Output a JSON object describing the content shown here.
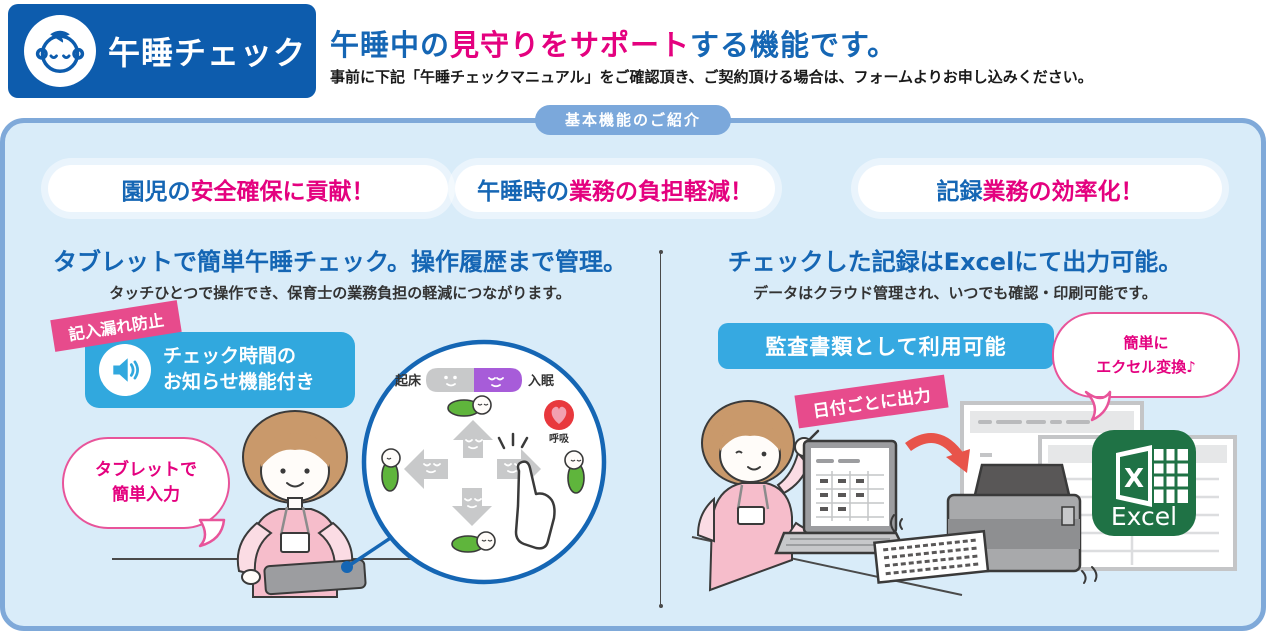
{
  "header": {
    "product_name": "午睡チェック",
    "title_part1": "午睡中の",
    "title_highlight": "見守りをサポート",
    "title_part2": "する機能です。",
    "subtitle": "事前に下記「午睡チェックマニュアル」をご確認頂き、ご契約頂ける場合は、フォームよりお申し込みください。"
  },
  "section_badge": "基本機能のご紹介",
  "benefit_pills": [
    {
      "blue": "園児の",
      "pink": "安全確保に貢献！"
    },
    {
      "blue": "午睡時の",
      "pink": "業務の負担軽減！"
    },
    {
      "blue": "記録",
      "pink": "業務の効率化！"
    }
  ],
  "left_column": {
    "heading": "タブレットで簡単午睡チェック。操作履歴まで管理。",
    "subheading": "タッチひとつで操作でき、保育士の業務負担の軽減につながります。",
    "ribbon": "記入漏れ防止",
    "notify_line1": "チェック時間の",
    "notify_line2": "お知らせ機能付き",
    "bubble_line1": "タブレットで",
    "bubble_line2": "簡単入力",
    "toggle_left_label": "起床",
    "toggle_right_label": "入眠",
    "breath_label": "呼吸"
  },
  "right_column": {
    "heading": "チェックした記録はExcelにて出力可能。",
    "subheading": "データはクラウド管理され、いつでも確認・印刷可能です。",
    "audit_badge": "監査書類として利用可能",
    "ribbon": "日付ごとに出力",
    "bubble_line1": "簡単に",
    "bubble_line2": "エクセル変換♪",
    "excel_label": "Excel"
  },
  "icons": {
    "header_icon": "sleeping-baby-face-icon",
    "notify_icon": "speaker-icon",
    "breath_icon": "heart-icon",
    "tap_icon": "pointing-hand-icon",
    "output_icon": "red-arrow-icon",
    "excel_icon": "excel-logo-icon"
  },
  "colors": {
    "header_blue": "#0d5cad",
    "heading_blue": "#1566b4",
    "accent_pink": "#e4017f",
    "ribbon_pink": "#e74b8c",
    "panel_bg": "#d9ecf9",
    "panel_border": "#7fa9d9",
    "badge_blue": "#7ba8db",
    "cyan_box": "#31a8de",
    "toggle_purple": "#a75cd9",
    "arrow_gray": "#c8c9ca",
    "baby_green": "#5fb53c",
    "excel_green": "#1f7245",
    "breath_red": "#e8383d"
  }
}
